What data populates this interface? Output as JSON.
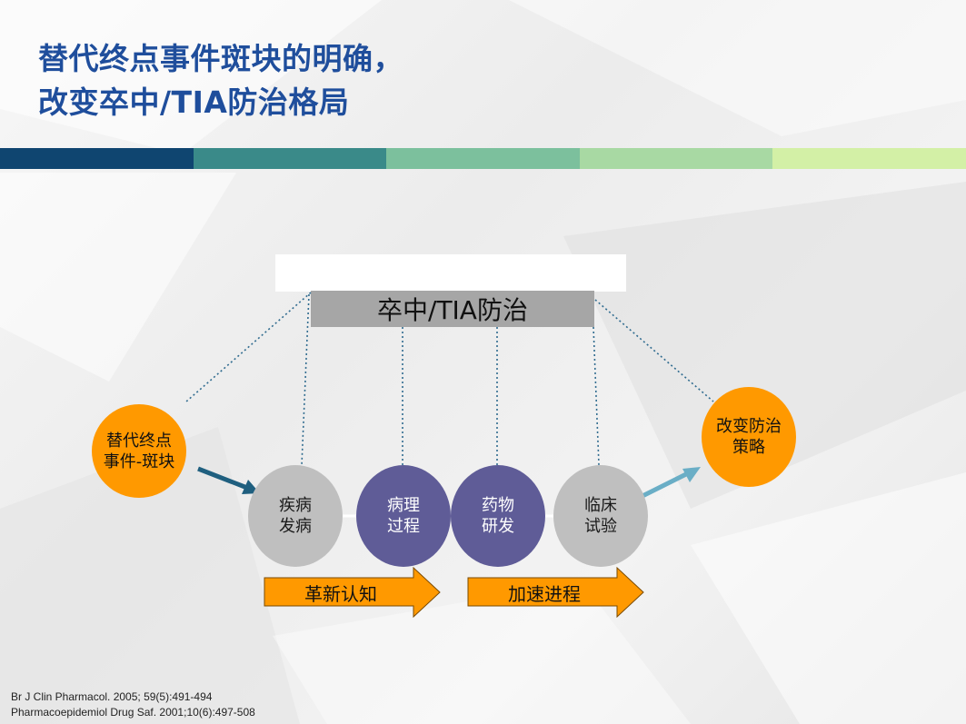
{
  "slide": {
    "title_lines": [
      "替代终点事件斑块的明确，",
      "改变卒中/TIA防治格局"
    ],
    "band_colors": [
      "#0f4570",
      "#3a8a89",
      "#7cc09d",
      "#a8d9a3",
      "#d3f0a6"
    ],
    "colors": {
      "title": "#1f4e9c",
      "gray_box": "#a6a6a6",
      "gray_circle": "#bfbfbf",
      "purple_circle": "#5f5c97",
      "orange": "#ff9900",
      "arrow_in": "#1f5f7f",
      "arrow_out": "#6aaec6",
      "dotted_line": "#2f6b8f"
    }
  },
  "diagram": {
    "top_box_label": "卒中/TIA防治",
    "source_node": "替代终点\n事件-斑块",
    "target_node": "改变防治\n策略",
    "steps": [
      {
        "label": "疾病\n发病",
        "style": "gray"
      },
      {
        "label": "病理\n过程",
        "style": "purple"
      },
      {
        "label": "药物\n研发",
        "style": "purple"
      },
      {
        "label": "临床\n试验",
        "style": "gray"
      }
    ],
    "phase_arrows": [
      "革新认知",
      "加速进程"
    ]
  },
  "references": [
    "Br J Clin Pharmacol. 2005; 59(5):491-494",
    "Pharmacoepidemiol Drug Saf. 2001;10(6):497-508"
  ]
}
